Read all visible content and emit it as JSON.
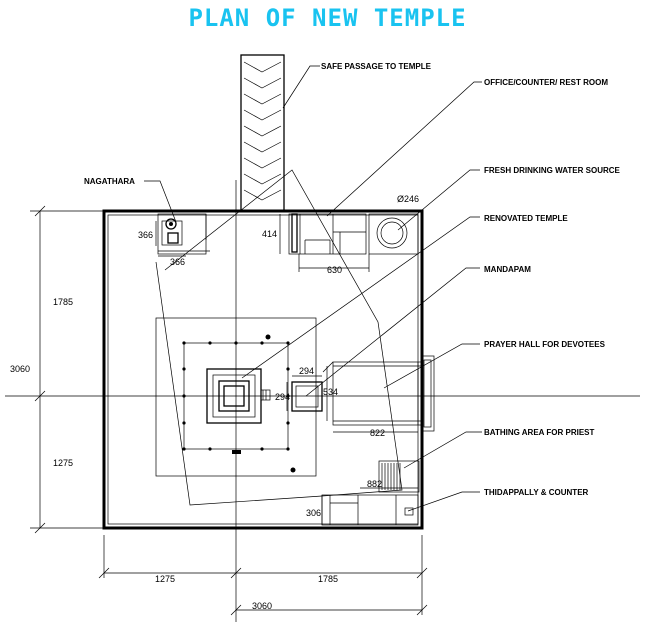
{
  "title": "PLAN OF NEW TEMPLE",
  "labels": {
    "safe_passage": "SAFE PASSAGE TO TEMPLE",
    "office": "OFFICE/COUNTER/ REST ROOM",
    "water": "FRESH DRINKING WATER SOURCE",
    "renovated": "RENOVATED TEMPLE",
    "mandapam": "MANDAPAM",
    "prayer_hall": "PRAYER HALL FOR DEVOTEES",
    "bathing": "BATHING AREA FOR PRIEST",
    "thidappally": "THIDAPPALLY & COUNTER",
    "nagathara": "NAGATHARA"
  },
  "dimensions": {
    "well_dia": "Ø246",
    "d414": "414",
    "d630": "630",
    "d366a": "366",
    "d366b": "366",
    "d1785_left": "1785",
    "d3060_left": "3060",
    "d1275_left": "1275",
    "d294a": "294",
    "d294b": "294",
    "d534": "534",
    "d822": "822",
    "d882": "882",
    "d306": "306",
    "d1275_bottom": "1275",
    "d1785_bottom": "1785",
    "d3060_bottom": "3060"
  }
}
